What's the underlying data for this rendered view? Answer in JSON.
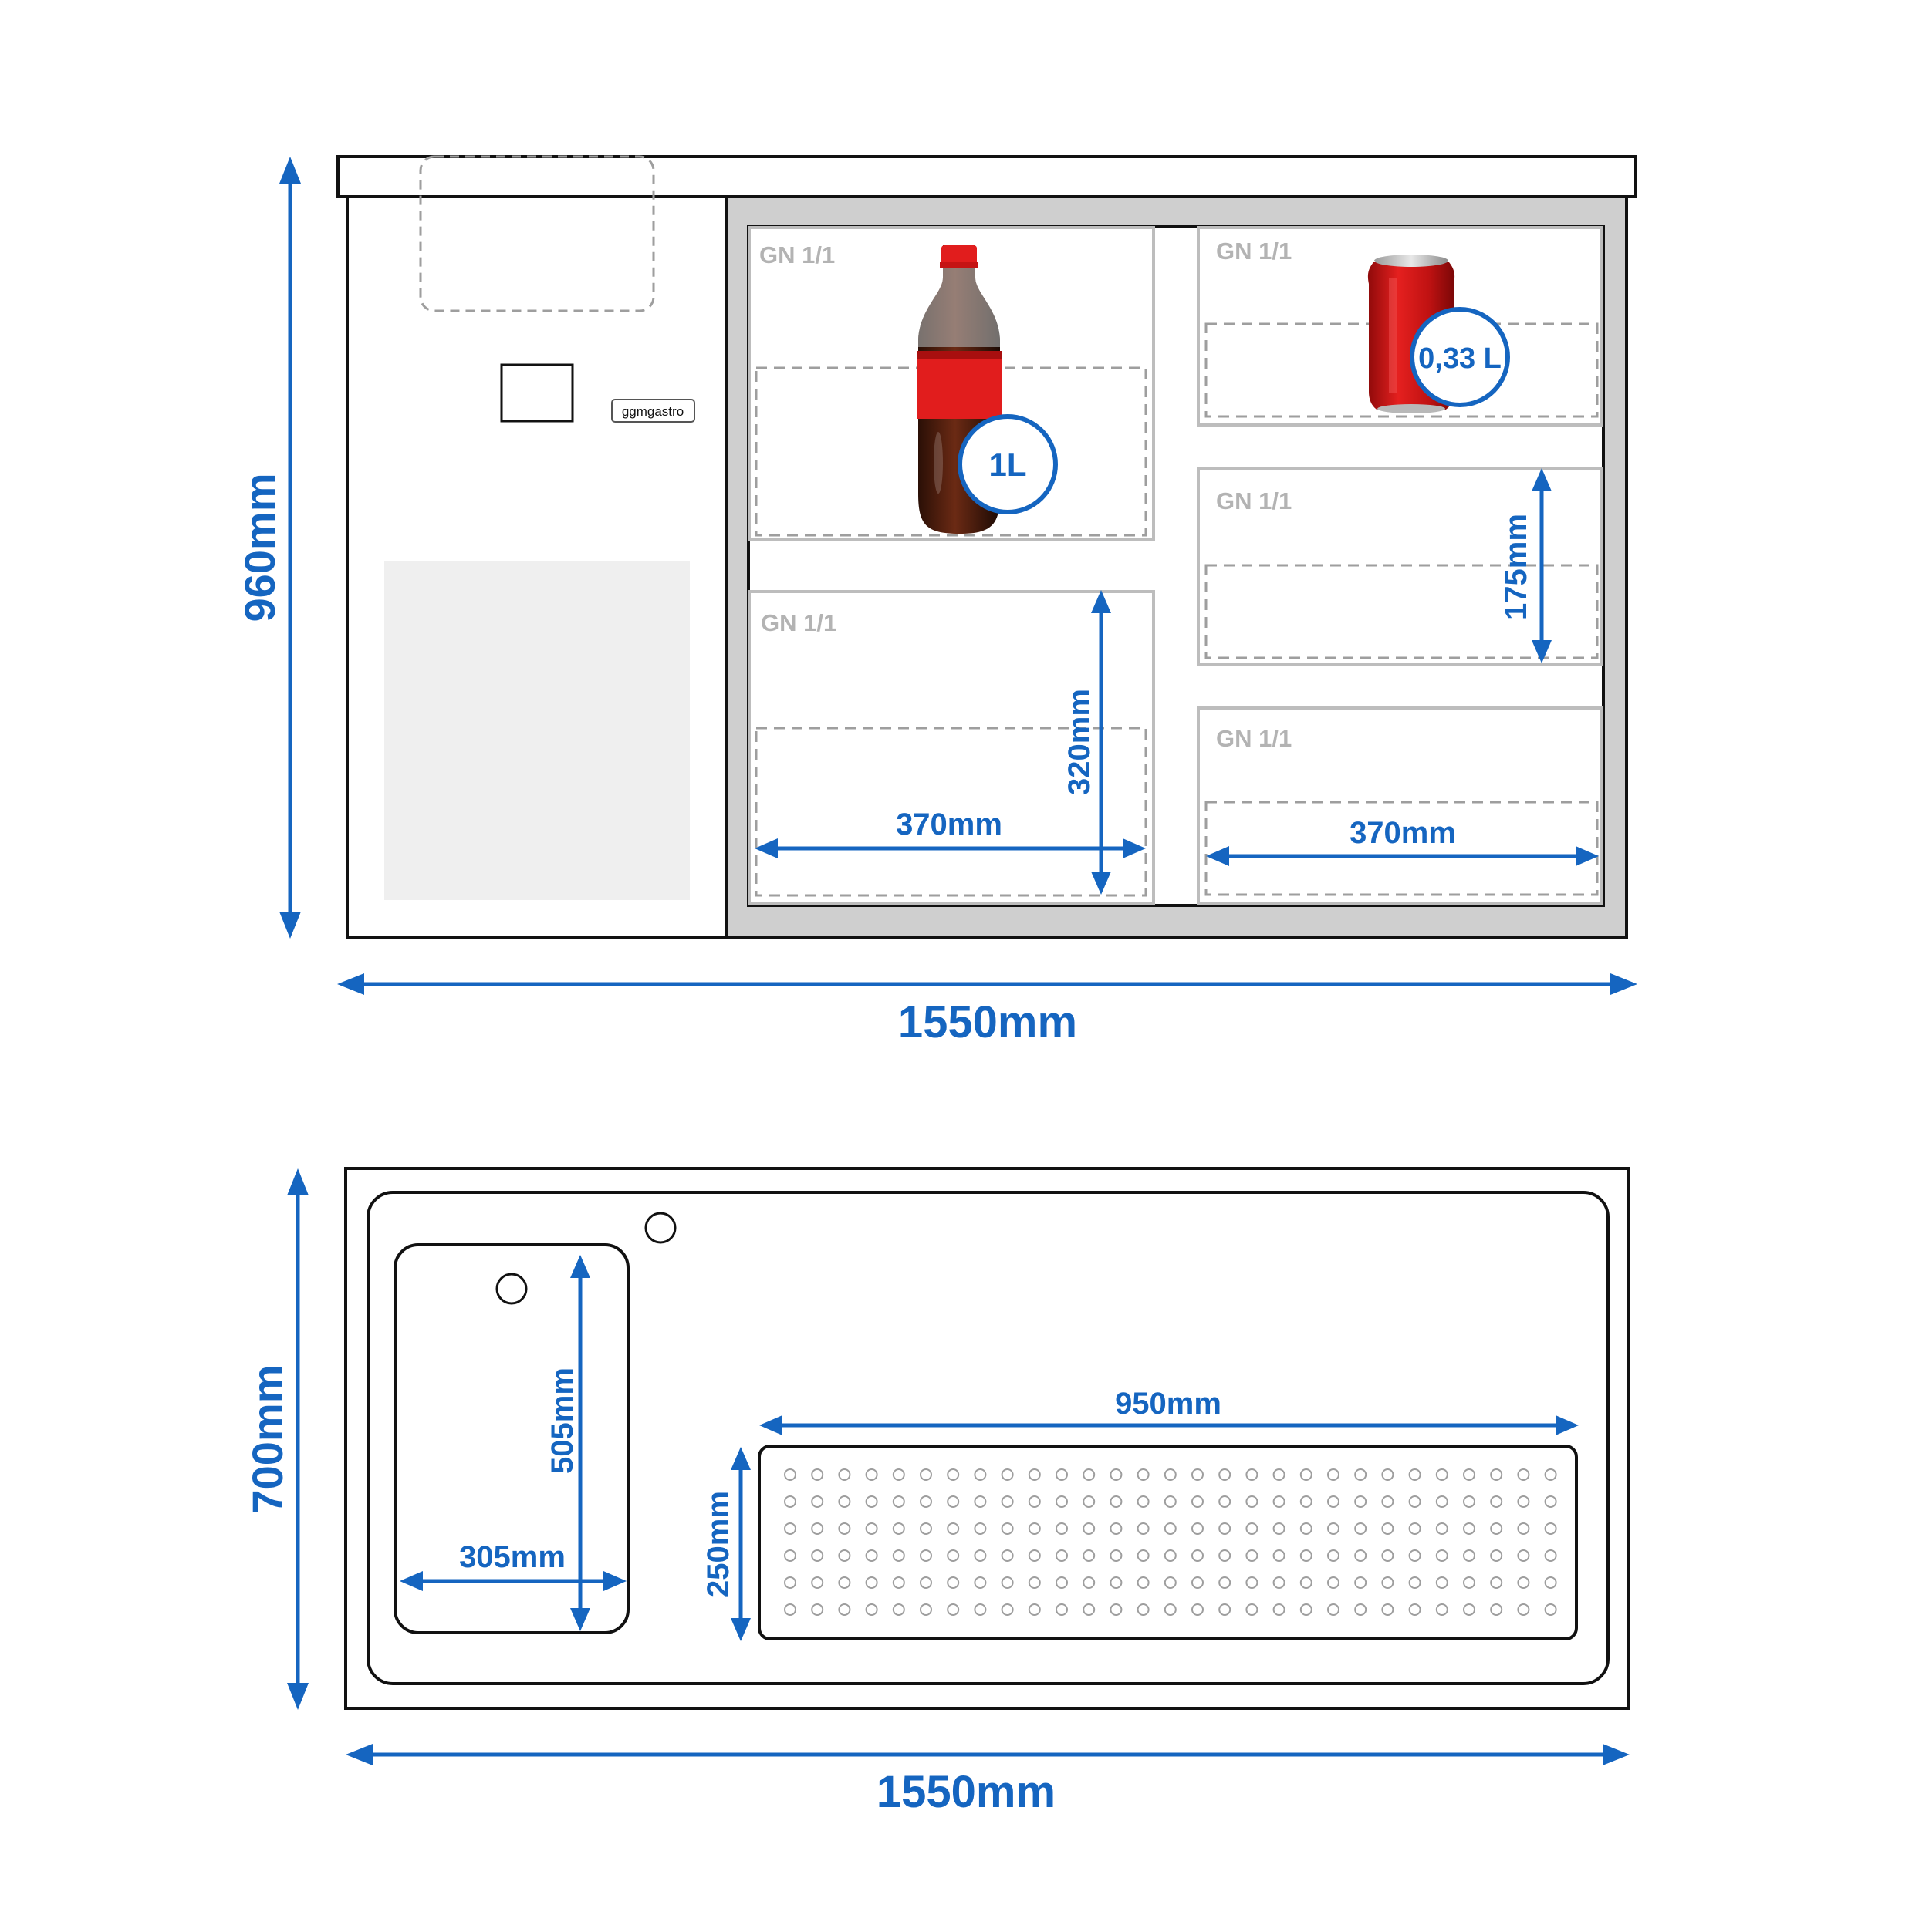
{
  "colors": {
    "dimension": "#1565c0",
    "outline": "#111111",
    "frame_gray": "#cfcfcf",
    "panel_gray": "#efefef",
    "gn_label": "#b3b3b3",
    "dash": "#9e9e9e"
  },
  "front_view": {
    "height_label": "960mm",
    "width_label": "1550mm",
    "brand": "ggmgastro",
    "compartments": [
      {
        "label": "GN 1/1",
        "icon": "bottle-icon",
        "badge": "1L"
      },
      {
        "label": "GN 1/1",
        "icon": "can-icon",
        "badge": "0,33 L"
      },
      {
        "label": "GN 1/1",
        "inner_height": "175mm"
      },
      {
        "label": "GN 1/1",
        "inner_height": "320mm",
        "inner_width": "370mm"
      },
      {
        "label": "GN 1/1",
        "inner_width": "370mm"
      }
    ]
  },
  "top_view": {
    "depth_label": "700mm",
    "width_label": "1550mm",
    "sink": {
      "length": "505mm",
      "width": "305mm"
    },
    "drip_tray": {
      "length": "950mm",
      "width": "250mm"
    }
  }
}
